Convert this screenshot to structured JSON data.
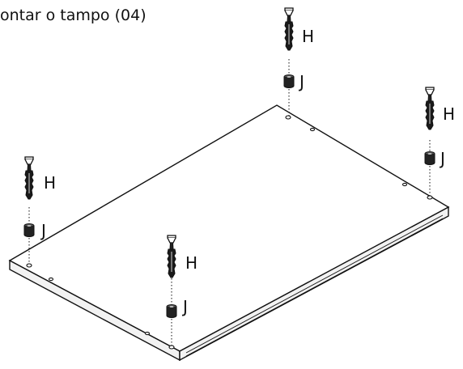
{
  "instruction": {
    "title": "ontar o tampo (04)"
  },
  "parts": {
    "h_label": "H",
    "j_label": "J"
  },
  "colors": {
    "ink": "#111111",
    "panel_top": "#ffffff",
    "panel_edge": "#f2f2f2"
  }
}
